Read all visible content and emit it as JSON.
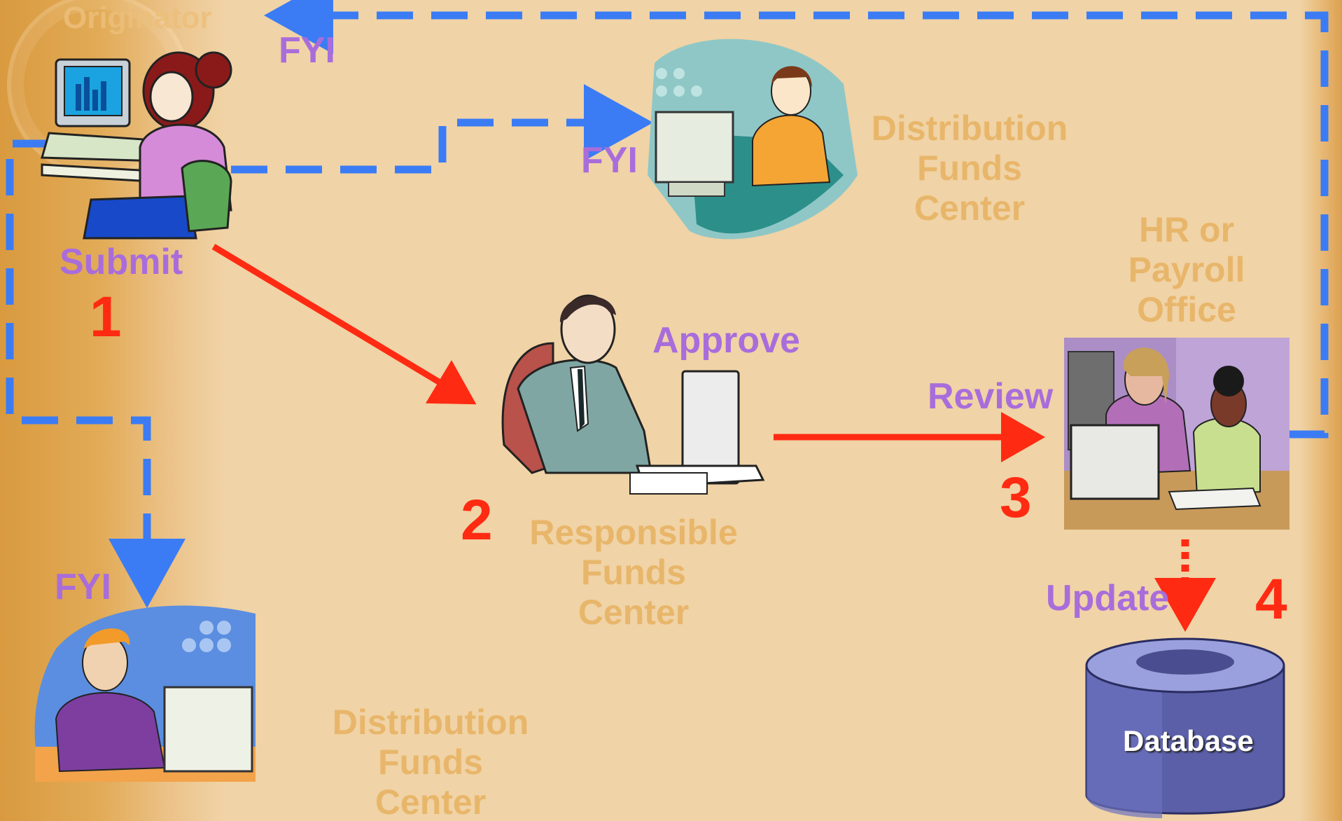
{
  "diagram": {
    "labels": {
      "originator": "Originator",
      "fyi_top": "FYI",
      "fyi_middle": "FYI",
      "fyi_left": "FYI",
      "submit": "Submit",
      "approve": "Approve",
      "review": "Review",
      "update": "Update"
    },
    "steps": {
      "step1": "1",
      "step2": "2",
      "step3": "3",
      "step4": "4"
    },
    "nodes": {
      "distribution_top": [
        "Distribution",
        "Funds",
        "Center"
      ],
      "responsible": [
        "Responsible",
        "Funds",
        "Center"
      ],
      "hr_payroll": [
        "HR or",
        "Payroll",
        "Office"
      ],
      "distribution_bottom": [
        "Distribution",
        "Funds",
        "Center"
      ],
      "database": "Database"
    },
    "colors": {
      "fyi_arrow": "#3b7cf5",
      "process_arrow": "#ff2a12",
      "label_purple": "#a96ddb",
      "node_tan": "#e8b66a",
      "database": "#5a5fa8"
    }
  }
}
